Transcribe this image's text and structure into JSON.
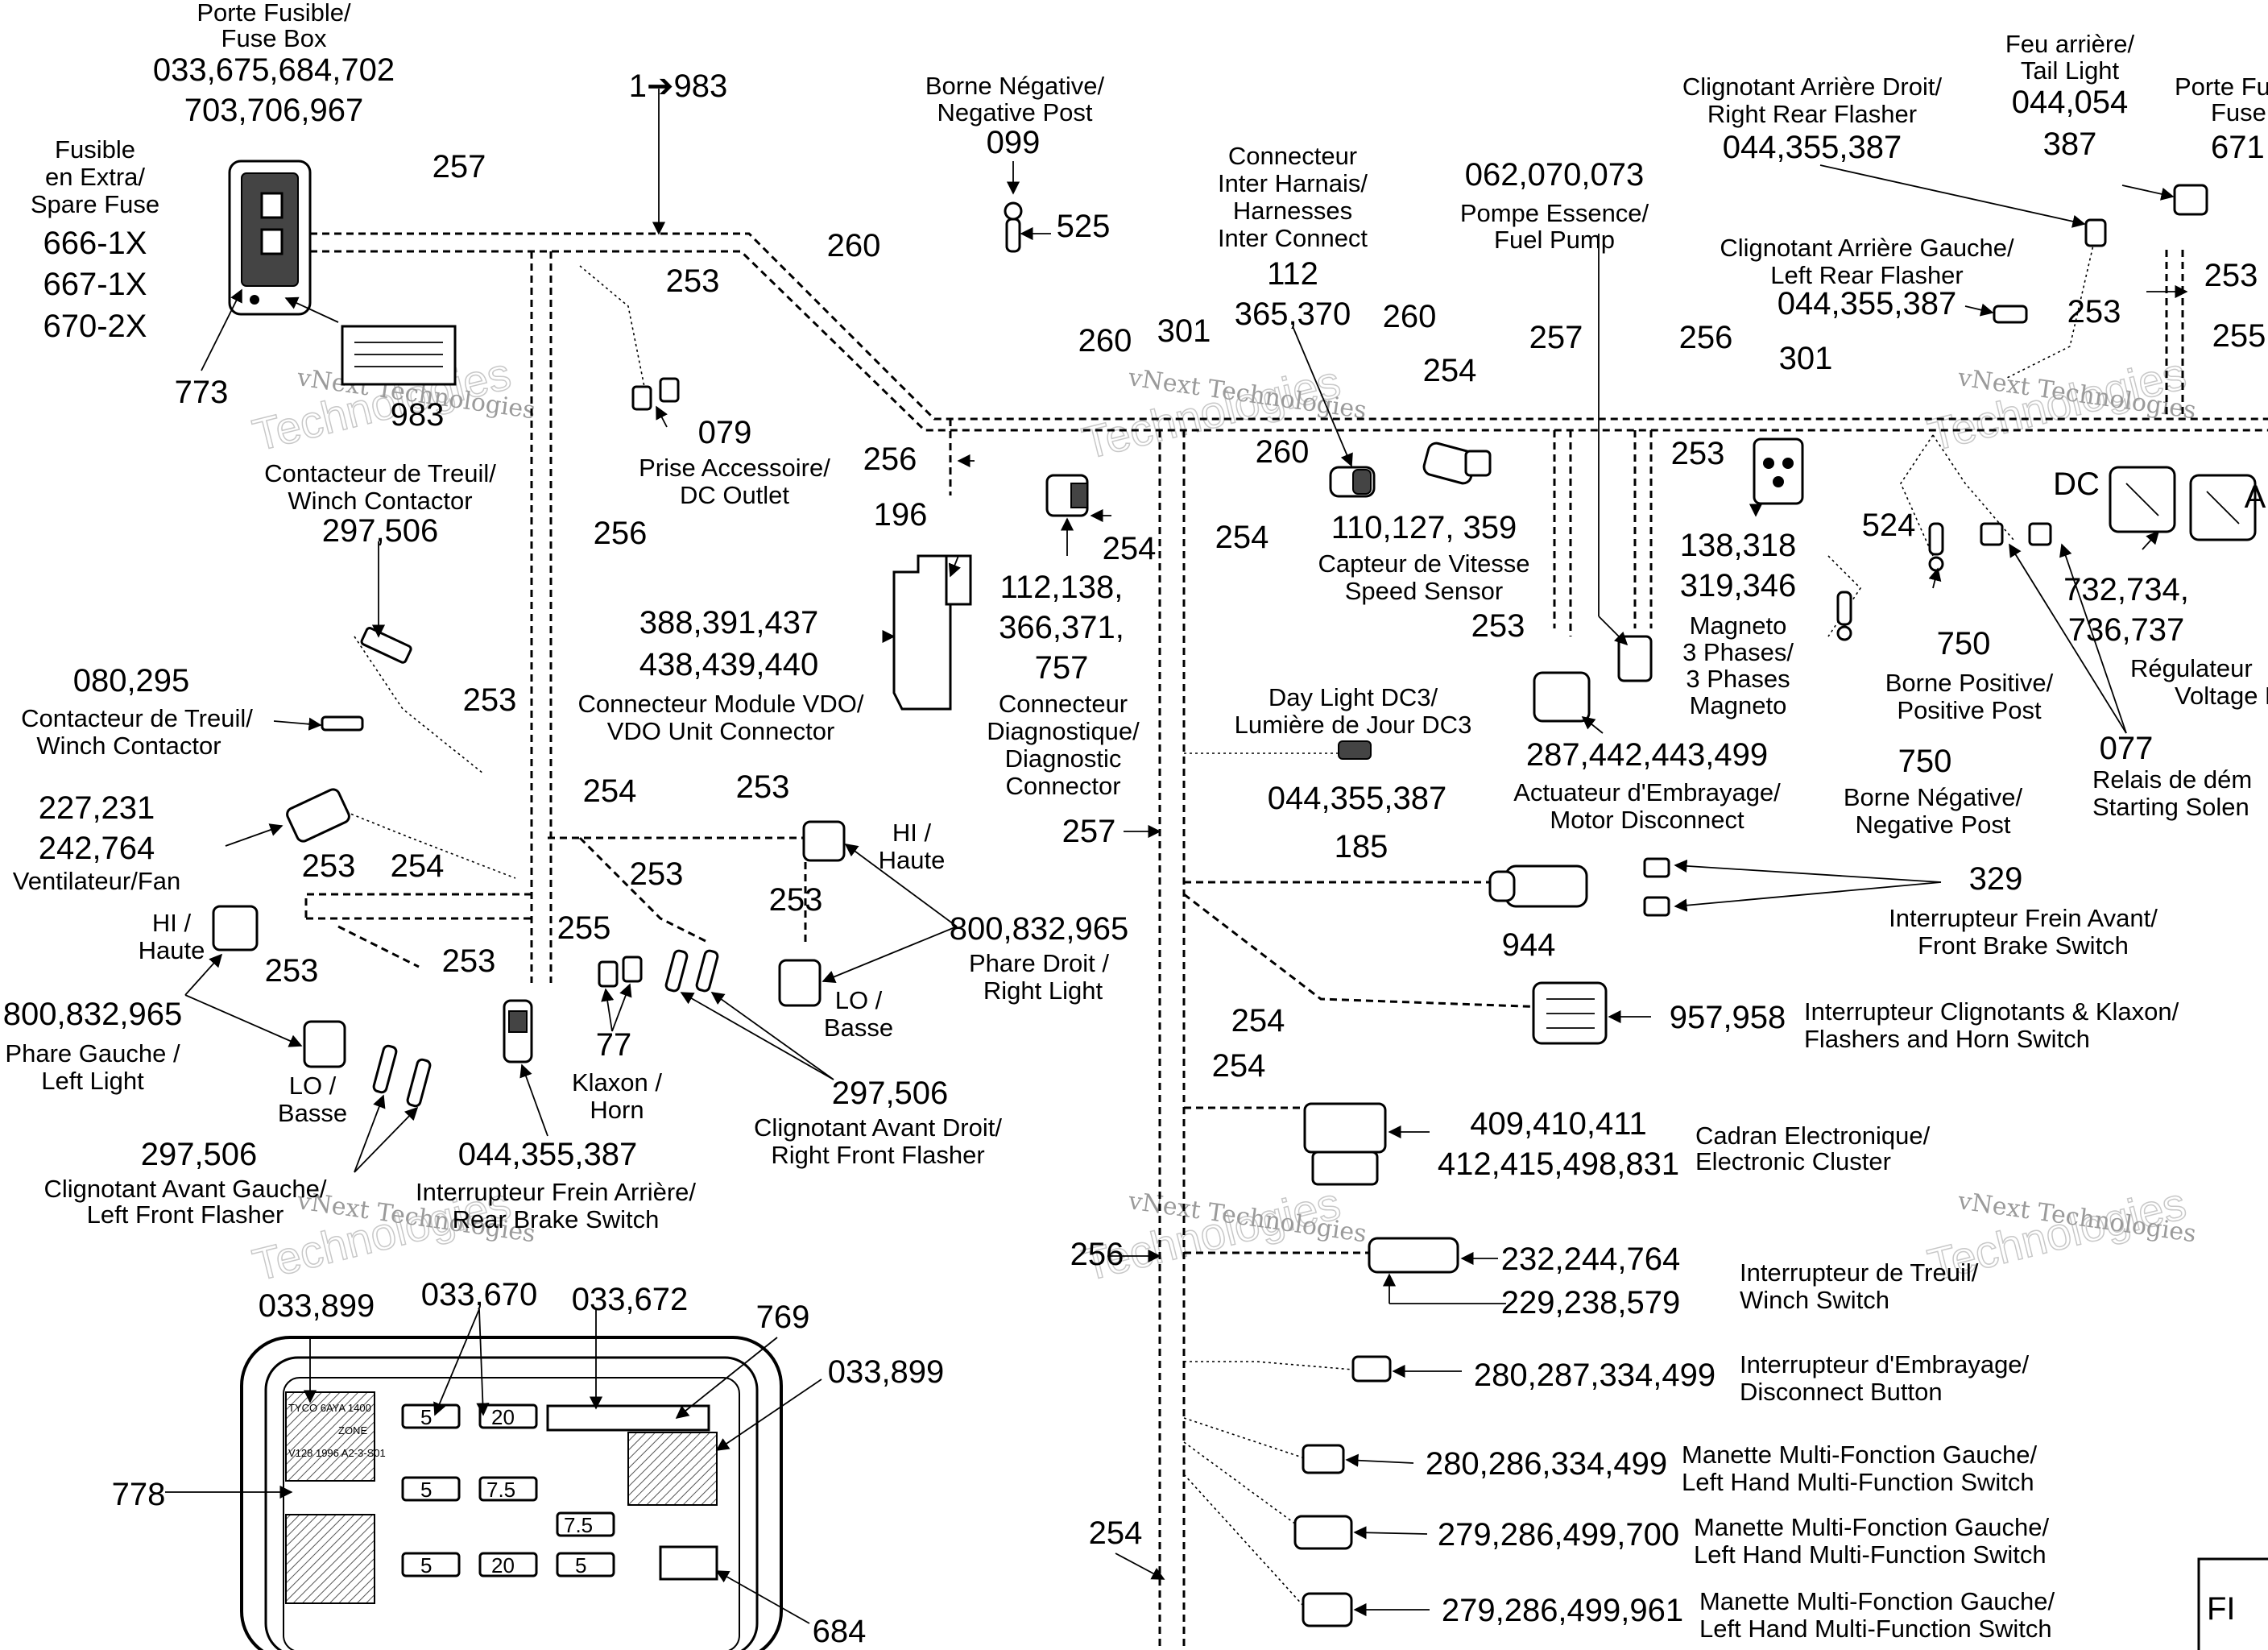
{
  "watermark": {
    "line1": "vNext Technologies",
    "line2": "Technologies",
    "line3": "vNext"
  },
  "corner_label": "FI",
  "callouts": {
    "fuse_box_title": [
      "Porte Fusible/",
      "Fuse Box"
    ],
    "fuse_box_refs": [
      "033,675,684,702",
      "703,706,967"
    ],
    "spare_fuse_title": [
      "Fusible",
      "en Extra/",
      "Spare Fuse"
    ],
    "spare_fuse_refs": [
      "666-1X",
      "667-1X",
      "670-2X"
    ],
    "r773": "773",
    "r983": "983",
    "r1to983": "1➔983",
    "r257a": "257",
    "r260a": "260",
    "r253a": "253",
    "neg_post_title": [
      "Borne Négative/",
      "Negative Post"
    ],
    "r099": "099",
    "r525": "525",
    "harness_conn_title": [
      "Connecteur",
      "Inter Harnais/",
      "Harnesses",
      "Inter Connect"
    ],
    "harness_conn_refs": [
      "112",
      "365,370"
    ],
    "fuel_pump_refs": "062,070,073",
    "fuel_pump_title": [
      "Pompe Essence/",
      "Fuel Pump"
    ],
    "rr_flasher_title": [
      "Clignotant Arrière Droit/",
      "Right Rear Flasher"
    ],
    "rr_flasher_refs": "044,355,387",
    "lr_flasher_title": [
      "Clignotant Arrière Gauche/",
      "Left Rear Flasher"
    ],
    "lr_flasher_refs": "044,355,387",
    "tail_light_title": [
      "Feu arrière/",
      "Tail Light"
    ],
    "tail_light_refs": [
      "044,054",
      "387"
    ],
    "porte_fuse_right": [
      "Porte Fu",
      "Fuse"
    ],
    "r671": "671",
    "r253b": "253",
    "r253c": "253",
    "r255a": "255",
    "r260b": "260",
    "r301a": "301",
    "r260c": "260",
    "r254a": "254",
    "r257b": "257",
    "r256a": "256",
    "r301b": "301",
    "winch_contactor_title": [
      "Contacteur de Treuil/",
      "Winch Contactor"
    ],
    "winch_contactor_refs": "297,506",
    "r079": "079",
    "dc_outlet_title": [
      "Prise Accessoire/",
      "DC Outlet"
    ],
    "r256b": "256",
    "r256c": "256",
    "r196": "196",
    "r260d": "260",
    "r254b": "254",
    "r254c": "254",
    "speed_sensor_refs": "110,127, 359",
    "speed_sensor_title": [
      "Capteur de Vitesse",
      "Speed Sensor"
    ],
    "r253d": "253",
    "magneto_refs": [
      "138,318",
      "319,346"
    ],
    "magneto_title": [
      "Magneto",
      "3 Phases/",
      "3 Phases",
      "Magneto"
    ],
    "r524": "524",
    "dc_label": "DC",
    "a_label": "A",
    "regulator_refs": [
      "732,734,",
      "736,737"
    ],
    "regulator_title": [
      "Régulateur",
      "Voltage R"
    ],
    "r750a": "750",
    "pos_post_title": [
      "Borne Positive/",
      "Positive Post"
    ],
    "r750b": "750",
    "neg_post2_title": [
      "Borne Négative/",
      "Negative Post"
    ],
    "r077": "077",
    "starting_title": [
      "Relais de dém",
      "Starting Solen"
    ],
    "vdo_refs": [
      "388,391,437",
      "438,439,440"
    ],
    "vdo_title": [
      "Connecteur Module VDO/",
      "VDO Unit Connector"
    ],
    "diag_refs": [
      "112,138,",
      "366,371,",
      "757"
    ],
    "diag_title": [
      "Connecteur",
      "Diagnostique/",
      "Diagnostic",
      "Connector"
    ],
    "r253e": "253",
    "daylight_title": [
      "Day Light DC3/",
      "Lumière de Jour DC3"
    ],
    "daylight_refs": "044,355,387",
    "motor_disc_refs": "287,442,443,499",
    "motor_disc_title": [
      "Actuateur d'Embrayage/",
      "Motor Disconnect"
    ],
    "winch2_refs": "080,295",
    "winch2_title": [
      "Contacteur de Treuil/",
      "Winch Contactor"
    ],
    "r253f": "253",
    "fan_refs": [
      "227,231",
      "242,764"
    ],
    "fan_title": "Ventilateur/Fan",
    "r254d": "254",
    "r253g": "253",
    "hi_haute_r": [
      "HI /",
      "Haute"
    ],
    "r257c": "257",
    "r185": "185",
    "r329": "329",
    "front_brake_title": [
      "Interrupteur Frein Avant/",
      "Front Brake Switch"
    ],
    "r944": "944",
    "r253h": "253",
    "r254e": "254",
    "r253i": "253",
    "r253j": "253",
    "r255b": "255",
    "right_light_refs": "800,832,965",
    "right_light_title": [
      "Phare Droit /",
      "Right Light"
    ],
    "lo_basse_r": [
      "LO /",
      "Basse"
    ],
    "hi_haute_l": [
      "HI /",
      "Haute"
    ],
    "r253k": "253",
    "r253l": "253",
    "left_light_refs": "800,832,965",
    "left_light_title": [
      "Phare Gauche /",
      "Left Light"
    ],
    "lo_basse_l": [
      "LO /",
      "Basse"
    ],
    "r77": "77",
    "horn_title": [
      "Klaxon /",
      "Horn"
    ],
    "rf_flasher_refs": "297,506",
    "rf_flasher_title": [
      "Clignotant Avant Droit/",
      "Right Front Flasher"
    ],
    "r254f": "254",
    "flashers_horn_refs": "957,958",
    "flashers_horn_title": [
      "Interrupteur Clignotants & Klaxon/",
      "Flashers and Horn Switch"
    ],
    "r254g": "254",
    "cluster_refs": [
      "409,410,411",
      "412,415,498,831"
    ],
    "cluster_title": [
      "Cadran Electronique/",
      "Electronic Cluster"
    ],
    "lf_flasher_refs": "297,506",
    "lf_flasher_title": [
      "Clignotant Avant Gauche/",
      "Left Front Flasher"
    ],
    "rear_brake_refs": "044,355,387",
    "rear_brake_title": [
      "Interrupteur Frein Arrière/",
      "Rear Brake Switch"
    ],
    "r256d": "256",
    "winch_switch_refs": [
      "232,244,764",
      "229,238,579"
    ],
    "winch_switch_title": [
      "Interrupteur de Treuil/",
      "Winch Switch"
    ],
    "fb_033899a": "033,899",
    "fb_033670": "033,670",
    "fb_033672": "033,672",
    "fb_769": "769",
    "fb_033899b": "033,899",
    "fb_778": "778",
    "fb_684": "684",
    "disc_btn_refs": "280,287,334,499",
    "disc_btn_title": [
      "Interrupteur d'Embrayage/",
      "Disconnect Button"
    ],
    "lh_mf1_refs": "280,286,334,499",
    "lh_mf1_title": [
      "Manette Multi-Fonction Gauche/",
      "Left Hand Multi-Function Switch"
    ],
    "r254h": "254",
    "lh_mf2_refs": "279,286,499,700",
    "lh_mf2_title": [
      "Manette Multi-Fonction Gauche/",
      "Left Hand Multi-Function Switch"
    ],
    "lh_mf3_refs": "279,286,499,961",
    "lh_mf3_title": [
      "Manette Multi-Fonction Gauche/",
      "Left Hand Multi-Function Switch"
    ]
  },
  "fuse_box_detail": {
    "fuses": [
      "5",
      "20",
      "5",
      "7.5",
      "5",
      "20",
      "5",
      "7.5"
    ],
    "relay_text": [
      "TYCO 6AYA 1400",
      "V128 1996 A2-3-S01",
      "ZONE"
    ]
  }
}
